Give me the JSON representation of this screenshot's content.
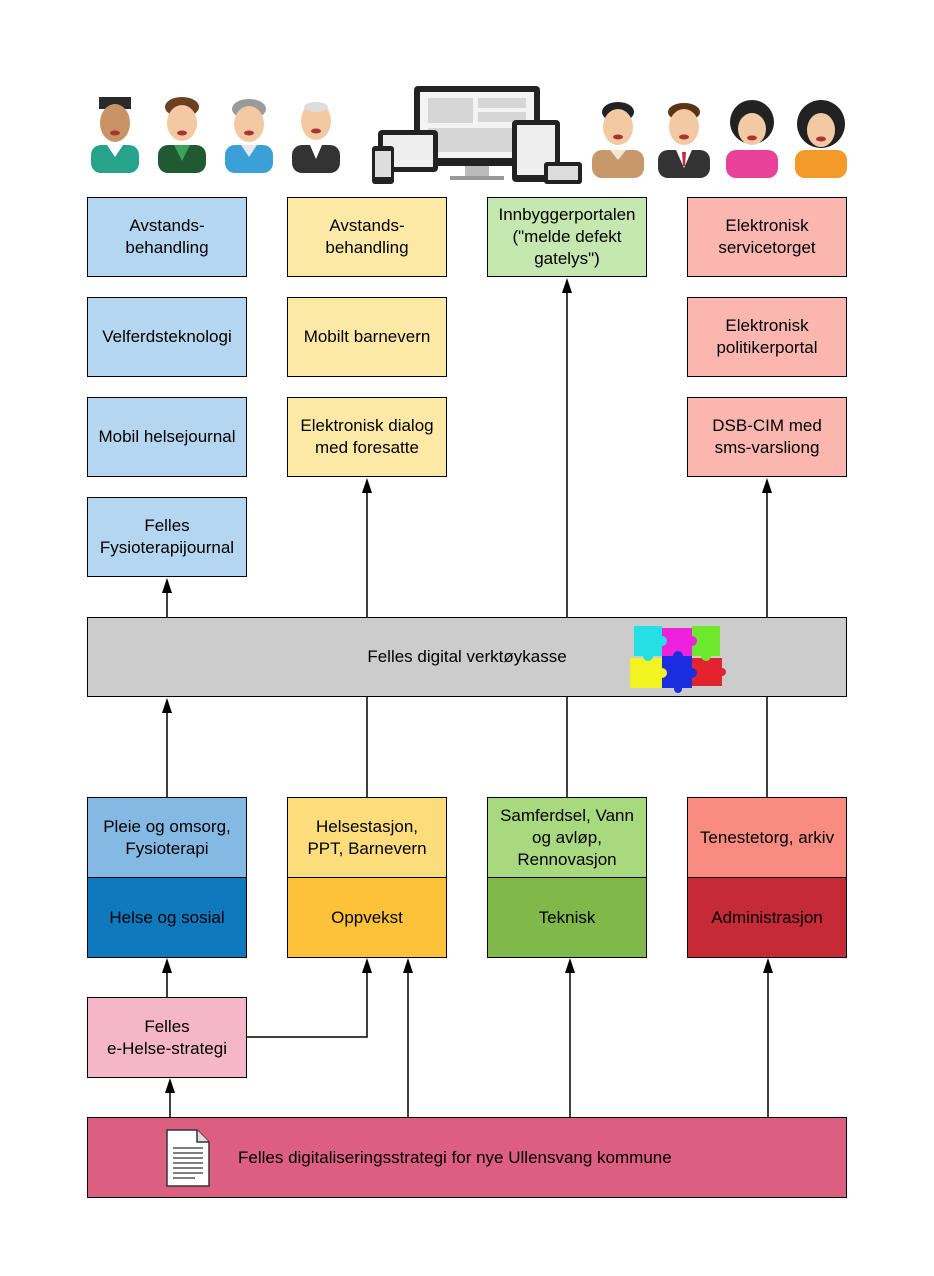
{
  "top_boxes": {
    "helse_1": "Avstands-\nbehandling",
    "helse_2": "Velferdsteknologi",
    "helse_3": "Mobil helsejournal",
    "helse_4": "Felles\nFysioterapijournal",
    "oppvekst_1": "Avstands-\nbehandling",
    "oppvekst_2": "Mobilt barnevern",
    "oppvekst_3": "Elektronisk dialog\nmed foresatte",
    "teknisk_1": "Innbyggerportalen\n(\"melde defekt\ngatelys\")",
    "admin_1": "Elektronisk\nservicetorget",
    "admin_2": "Elektronisk\npolitikerportal",
    "admin_3": "DSB-CIM med\nsms-varsliong"
  },
  "toolbox": {
    "label": "Felles digital verktøykasse"
  },
  "sector_services": {
    "helse": "Pleie og omsorg,\nFysioterapi",
    "oppvekst": "Helsestasjon,\nPPT, Barnevern",
    "teknisk": "Samferdsel, Vann\nog avløp,\nRennovasjon",
    "admin": "Tenestetorg, arkiv"
  },
  "sectors": {
    "helse": "Helse og sosial",
    "oppvekst": "Oppvekst",
    "teknisk": "Teknisk",
    "admin": "Administrasjon"
  },
  "ehelse": {
    "label": "Felles\ne-Helse-strategi"
  },
  "strategy": {
    "label": "Felles digitaliseringsstrategi for nye Ullensvang kommune"
  },
  "icons": [
    "person-icon",
    "devices-icon",
    "puzzle-icon",
    "document-icon"
  ],
  "colors": {
    "helse_light": "#b4d6f0",
    "oppvekst_light": "#fde9a6",
    "teknisk_light": "#c5e7b0",
    "admin_light": "#fcb6b0",
    "helse_dark": "#0f79bd",
    "oppvekst_dark": "#fcc23a",
    "teknisk_dark": "#80b94a",
    "admin_dark": "#c62a37",
    "toolbox": "#cccccc",
    "strategy": "#dc5f82",
    "ehelse": "#f4b6c8"
  }
}
